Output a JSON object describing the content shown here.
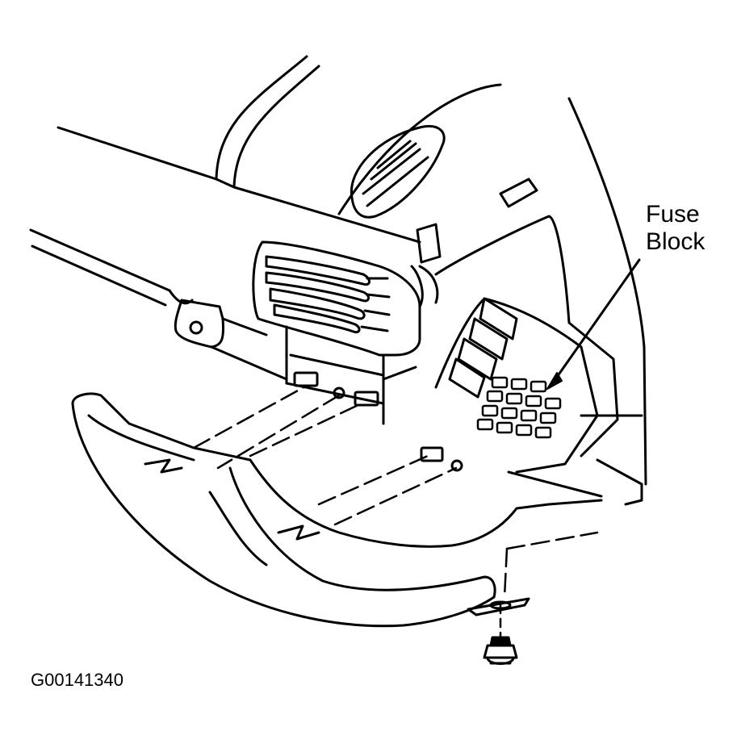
{
  "callouts": {
    "fuse_block_line1": "Fuse",
    "fuse_block_line2": "Block"
  },
  "figure_id": "G00141340",
  "colors": {
    "line": "#000000",
    "background": "#ffffff"
  }
}
